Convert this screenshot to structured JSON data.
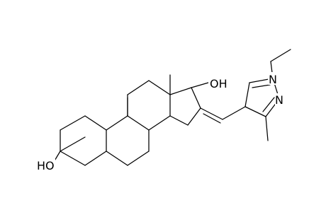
{
  "labels": {
    "oh_ring_a": "HO",
    "oh_ring_d": "OH",
    "n1": "N",
    "n2": "N"
  }
}
